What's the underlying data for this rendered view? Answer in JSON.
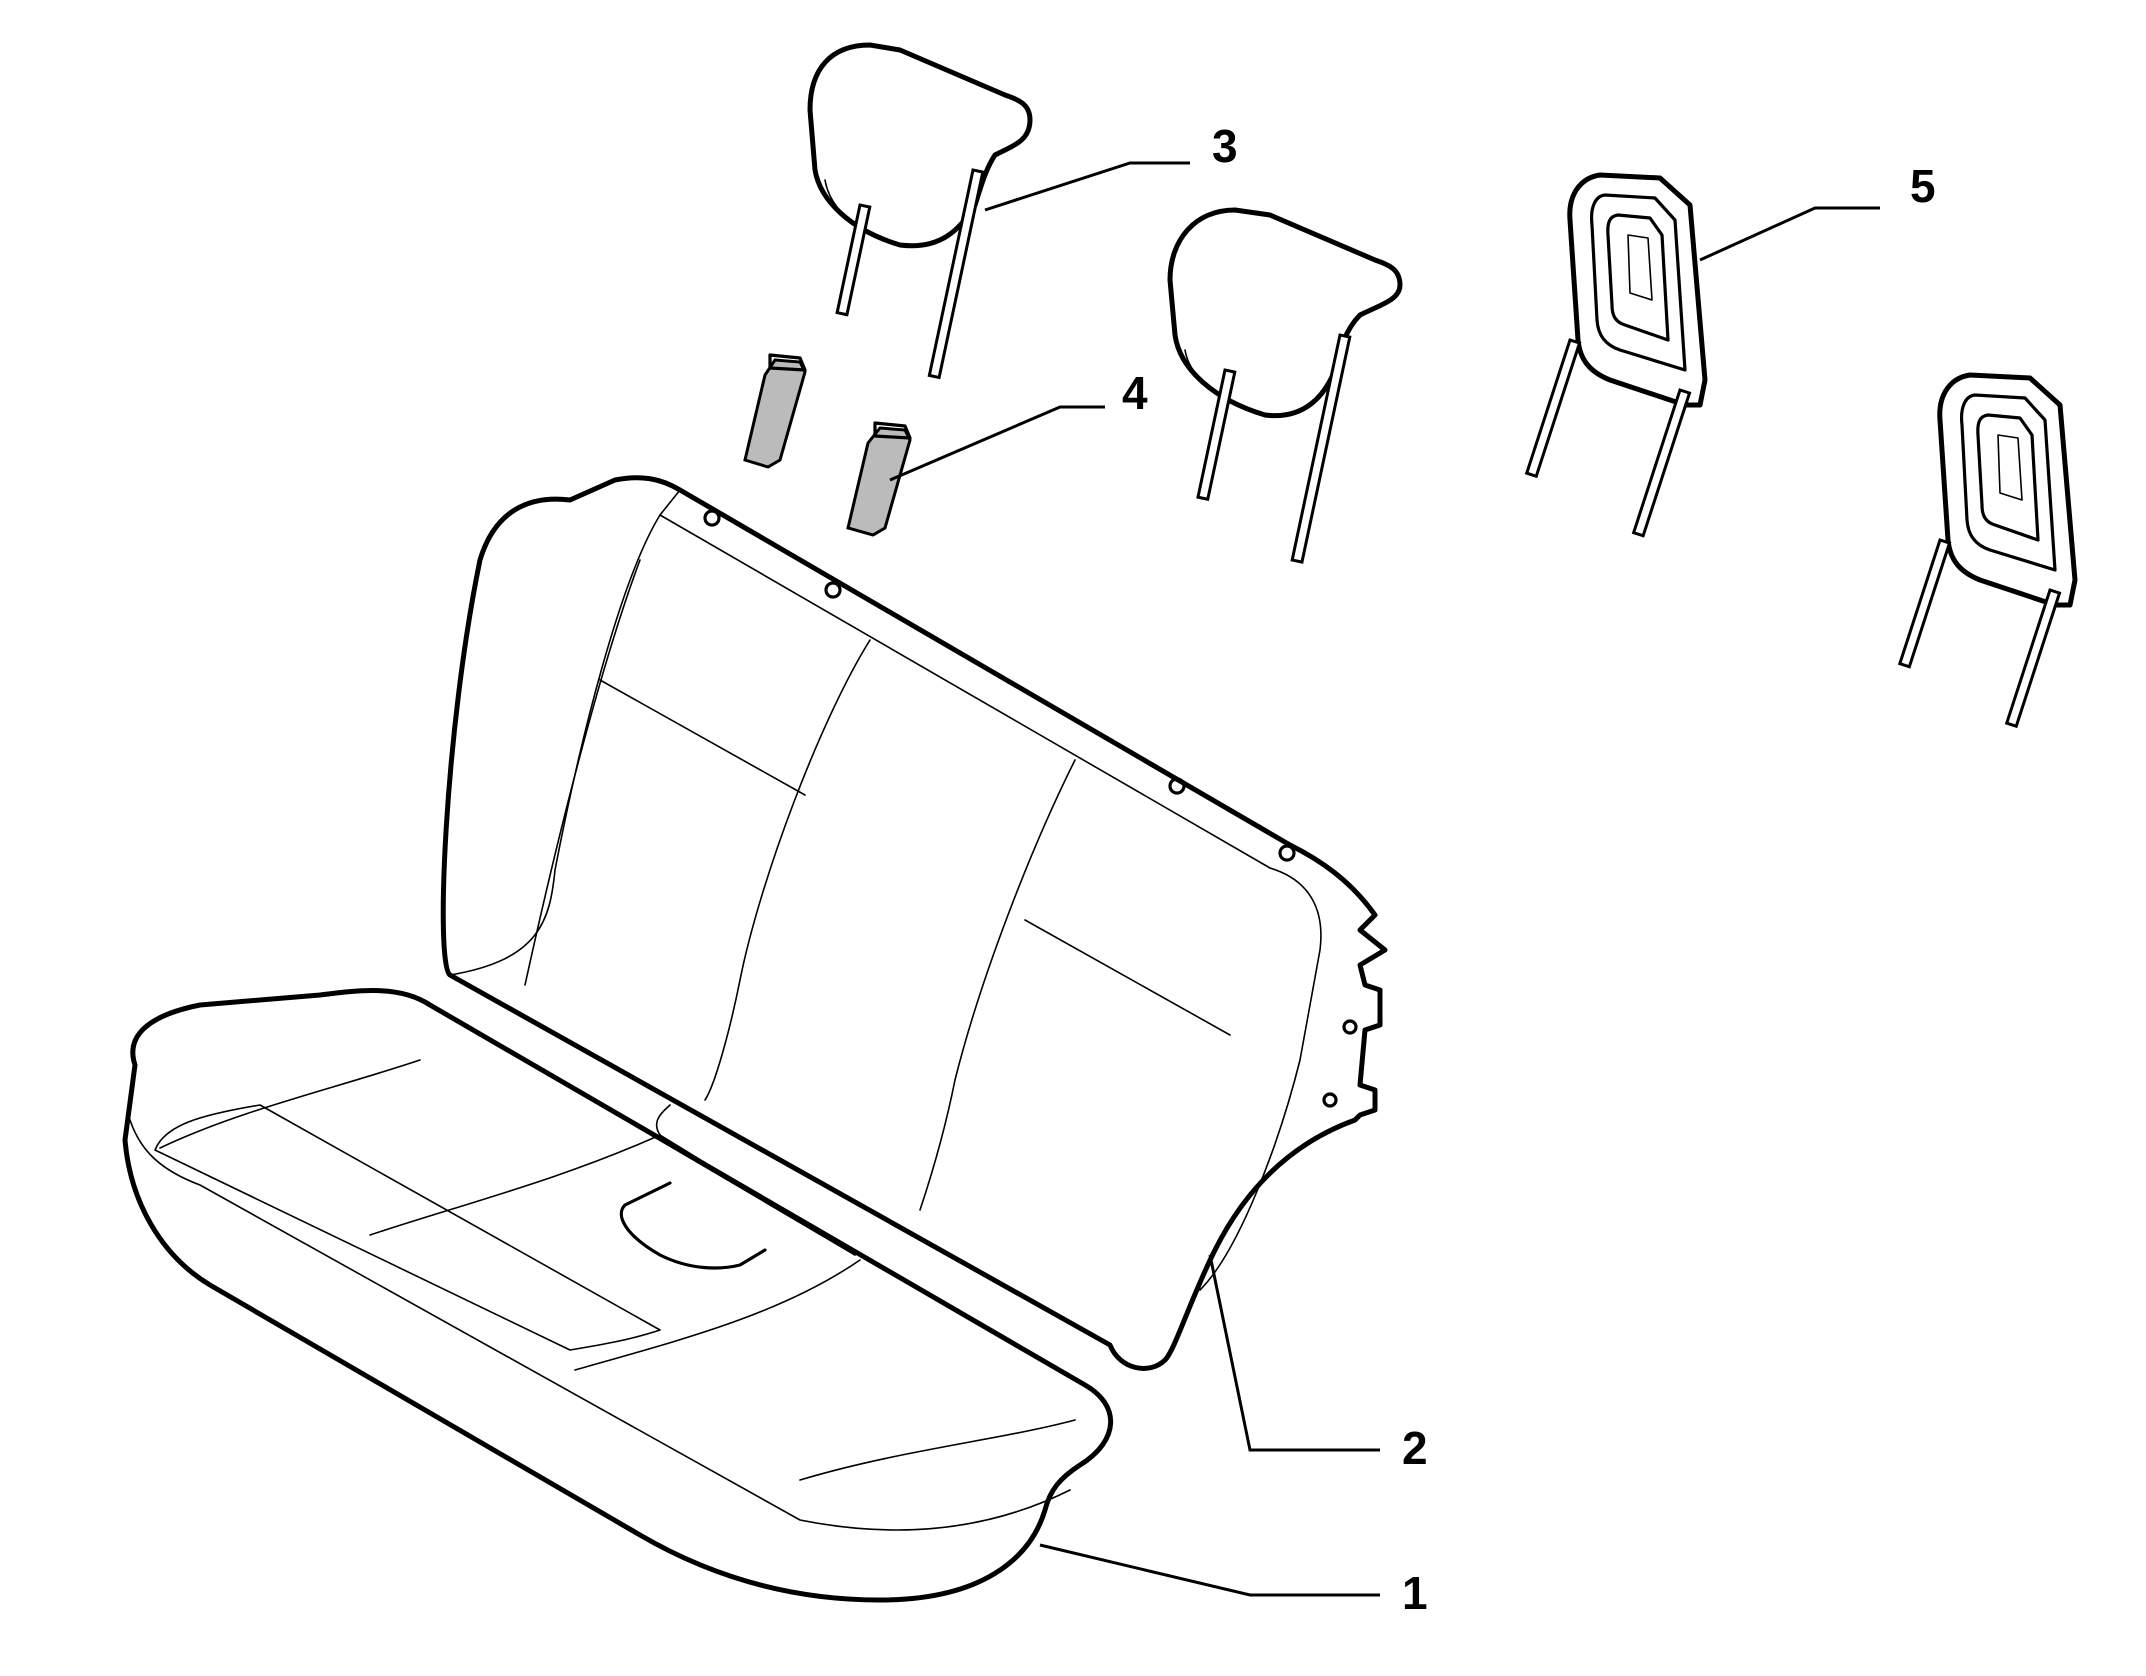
{
  "diagram": {
    "colors": {
      "ink": "#000000",
      "background": "#ffffff"
    },
    "callouts": [
      {
        "id": "1",
        "label": "1"
      },
      {
        "id": "2",
        "label": "2"
      },
      {
        "id": "3",
        "label": "3"
      },
      {
        "id": "4",
        "label": "4"
      },
      {
        "id": "5",
        "label": "5"
      }
    ]
  }
}
